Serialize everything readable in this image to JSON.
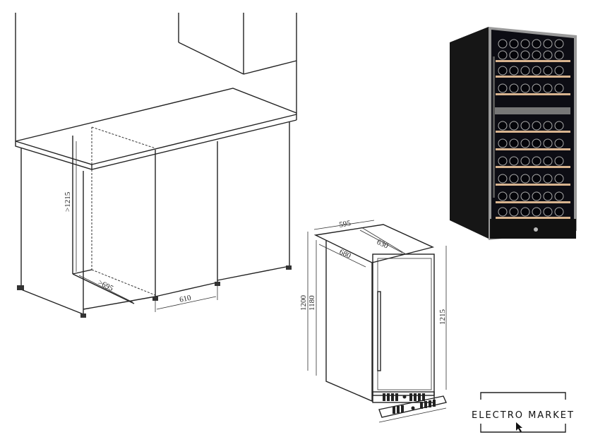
{
  "installation_drawing": {
    "height_min_label": ">1215",
    "depth_min_label": ">695",
    "width_label": "610"
  },
  "appliance_drawing": {
    "width_label": "595",
    "depth_label": "630",
    "depth_door_open_label": "680",
    "height_total_label": "1200",
    "height_body_label": "1180",
    "height_adjustable_label": "1215"
  },
  "brand": {
    "name": "ELECTRO MARKET"
  },
  "colors": {
    "line": "#222222",
    "cabinet_black": "#111111",
    "shelf_wood": "#d9b48f",
    "steel_trim": "#9a9a9a"
  }
}
